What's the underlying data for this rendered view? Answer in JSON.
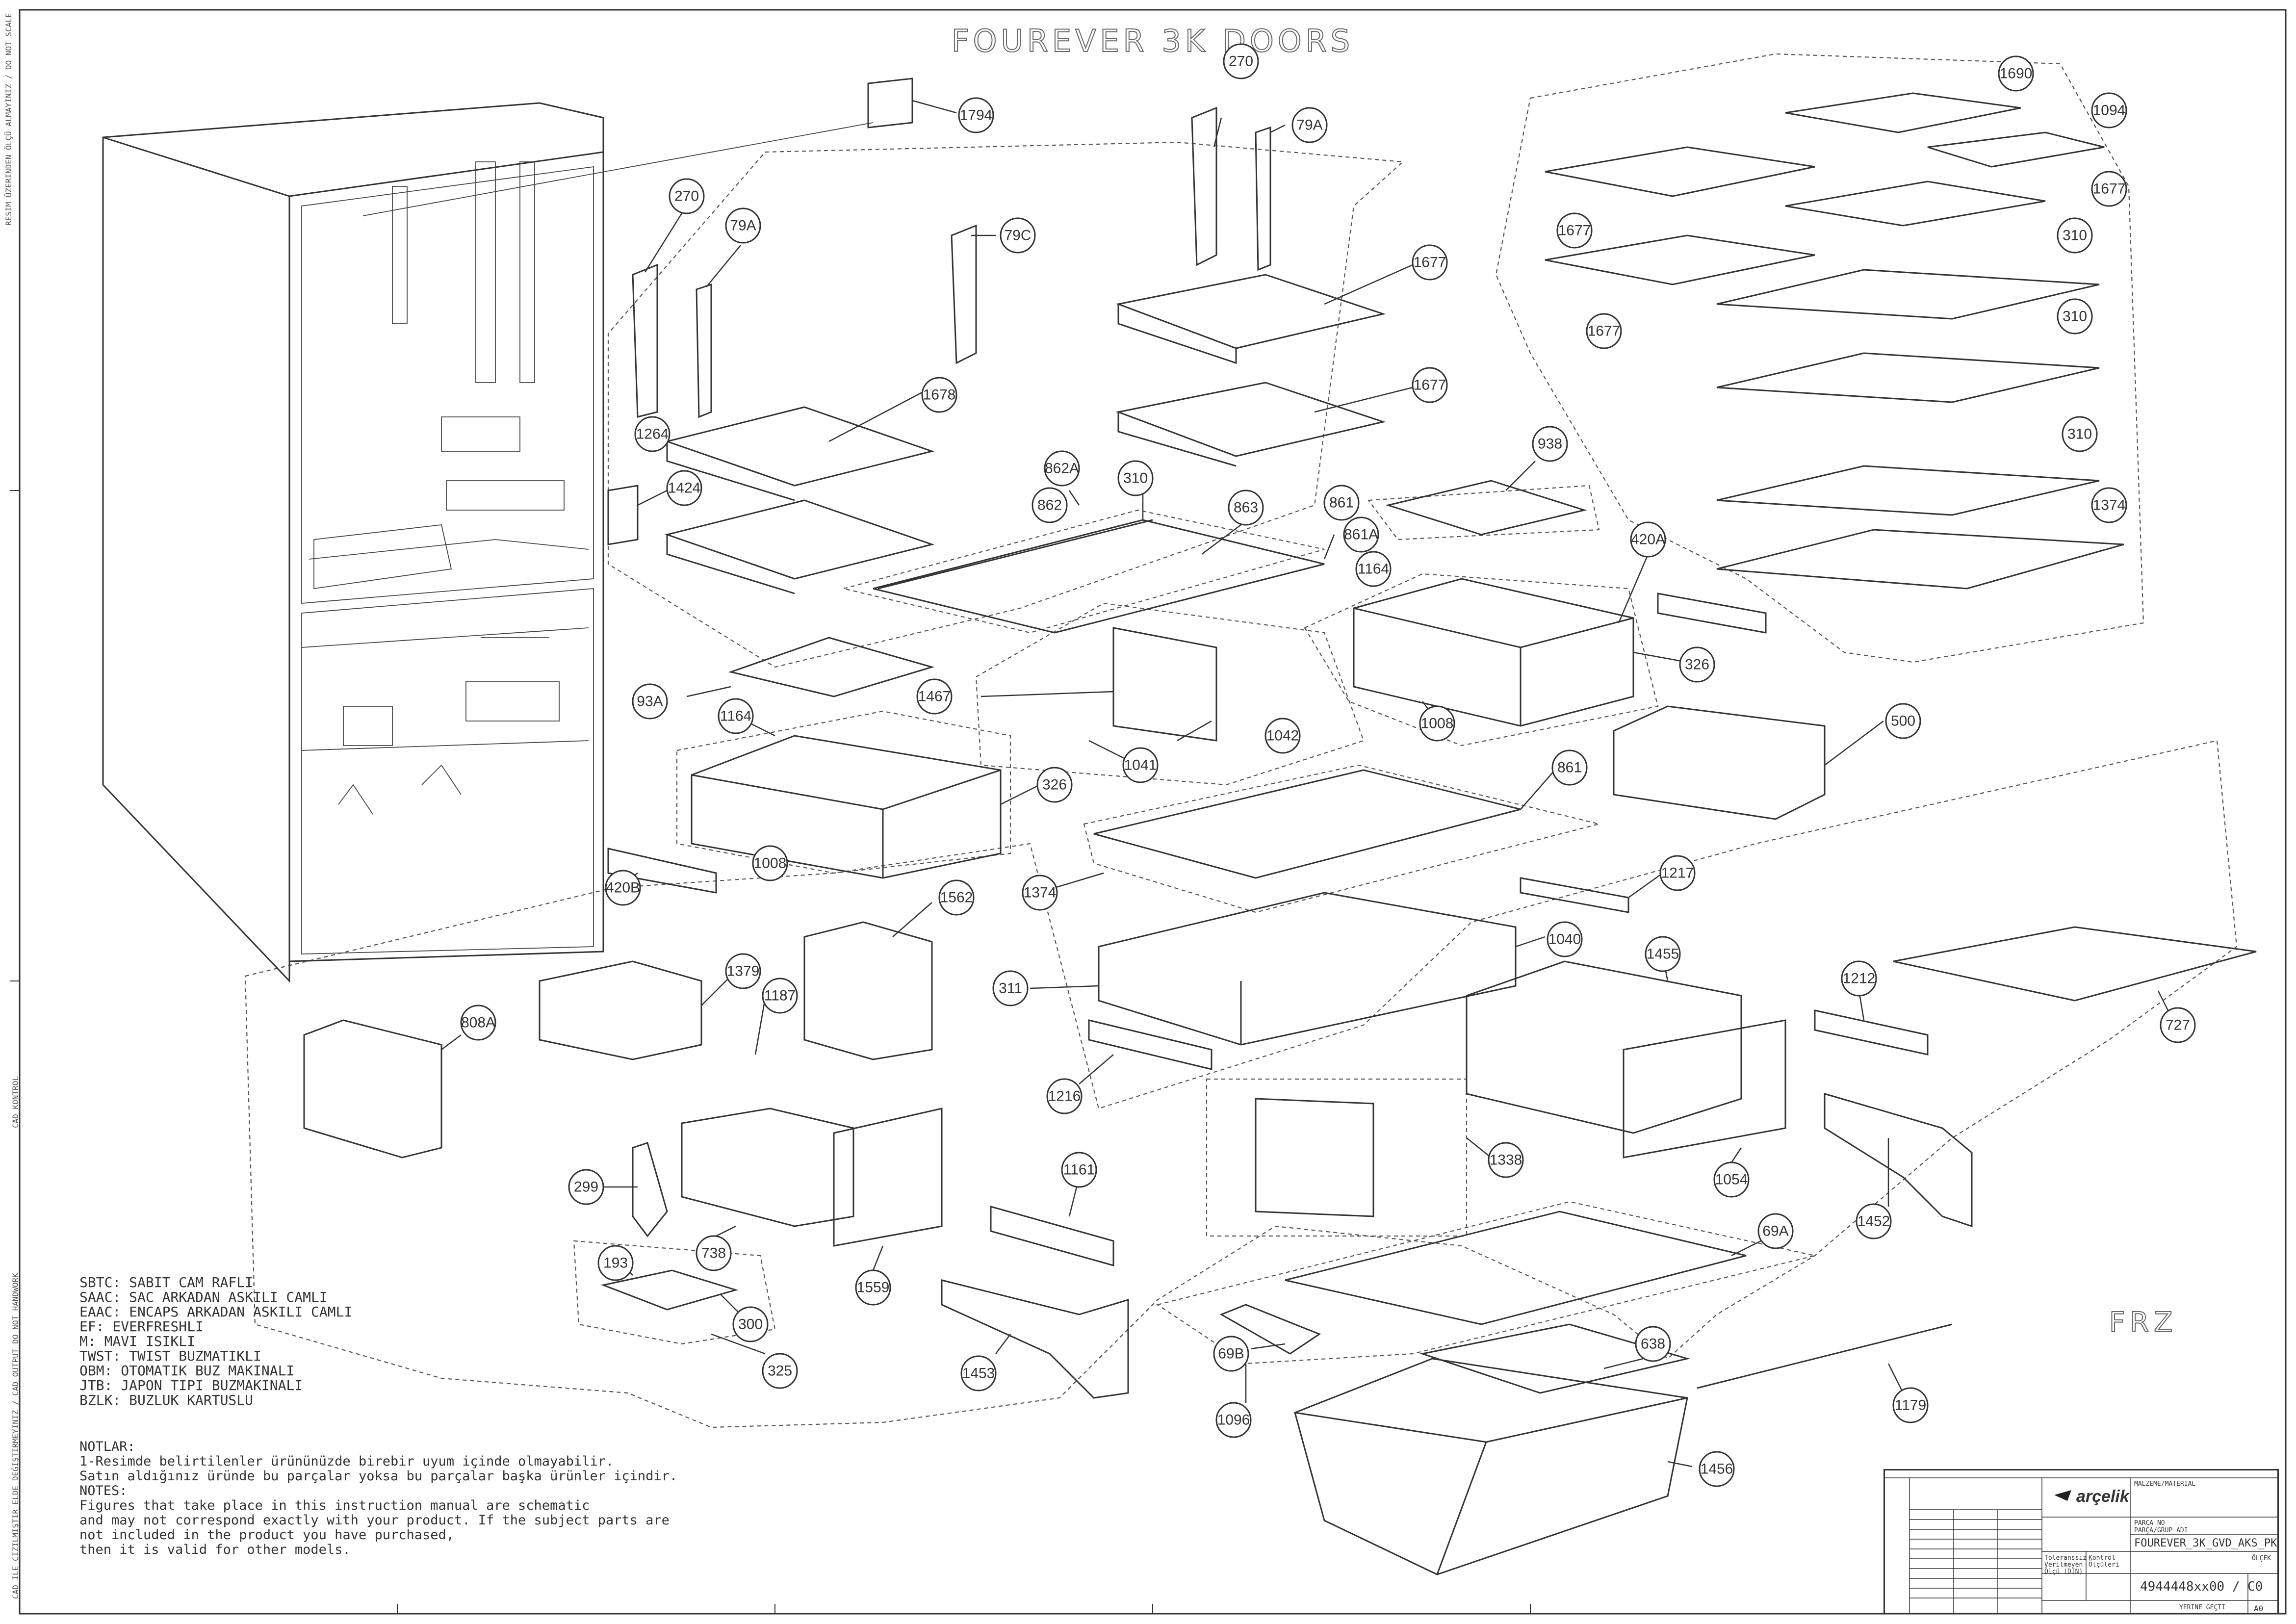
{
  "title": "FOUREVER 3K DOORS",
  "zone_label": "FRZ",
  "callouts": [
    {
      "id": "c1794",
      "label": "1794"
    },
    {
      "id": "c270a",
      "label": "270"
    },
    {
      "id": "c79aa",
      "label": "79A"
    },
    {
      "id": "c270b",
      "label": "270"
    },
    {
      "id": "c79ab",
      "label": "79A"
    },
    {
      "id": "c79c",
      "label": "79C"
    },
    {
      "id": "c1677a",
      "label": "1677"
    },
    {
      "id": "c1677b",
      "label": "1677"
    },
    {
      "id": "c1678",
      "label": "1678"
    },
    {
      "id": "c1264",
      "label": "1264"
    },
    {
      "id": "c1424",
      "label": "1424"
    },
    {
      "id": "c862a",
      "label": "862A"
    },
    {
      "id": "c310a",
      "label": "310"
    },
    {
      "id": "c862",
      "label": "862"
    },
    {
      "id": "c863",
      "label": "863"
    },
    {
      "id": "c861a",
      "label": "861"
    },
    {
      "id": "c861aa",
      "label": "861A"
    },
    {
      "id": "c938",
      "label": "938"
    },
    {
      "id": "c1690",
      "label": "1690"
    },
    {
      "id": "c1094",
      "label": "1094"
    },
    {
      "id": "c1677c",
      "label": "1677"
    },
    {
      "id": "c1677d",
      "label": "1677"
    },
    {
      "id": "c1677e",
      "label": "1677"
    },
    {
      "id": "c310b",
      "label": "310"
    },
    {
      "id": "c310c",
      "label": "310"
    },
    {
      "id": "c310d",
      "label": "310"
    },
    {
      "id": "c1374a",
      "label": "1374"
    },
    {
      "id": "c420a",
      "label": "420A"
    },
    {
      "id": "c1164a",
      "label": "1164"
    },
    {
      "id": "c326a",
      "label": "326"
    },
    {
      "id": "c1008a",
      "label": "1008"
    },
    {
      "id": "c93a",
      "label": "93A"
    },
    {
      "id": "c1467",
      "label": "1467"
    },
    {
      "id": "c1042",
      "label": "1042"
    },
    {
      "id": "c1041",
      "label": "1041"
    },
    {
      "id": "c1164b",
      "label": "1164"
    },
    {
      "id": "c326b",
      "label": "326"
    },
    {
      "id": "c1008b",
      "label": "1008"
    },
    {
      "id": "c500",
      "label": "500"
    },
    {
      "id": "c861b",
      "label": "861"
    },
    {
      "id": "c1374b",
      "label": "1374"
    },
    {
      "id": "c420b",
      "label": "420B"
    },
    {
      "id": "c1562",
      "label": "1562"
    },
    {
      "id": "c1379",
      "label": "1379"
    },
    {
      "id": "c1187",
      "label": "1187"
    },
    {
      "id": "c808a",
      "label": "808A"
    },
    {
      "id": "c311",
      "label": "311"
    },
    {
      "id": "c1040",
      "label": "1040"
    },
    {
      "id": "c1455",
      "label": "1455"
    },
    {
      "id": "c1217",
      "label": "1217"
    },
    {
      "id": "c1212",
      "label": "1212"
    },
    {
      "id": "c727",
      "label": "727"
    },
    {
      "id": "c1216",
      "label": "1216"
    },
    {
      "id": "c1338",
      "label": "1338"
    },
    {
      "id": "c1054",
      "label": "1054"
    },
    {
      "id": "c1452",
      "label": "1452"
    },
    {
      "id": "c299",
      "label": "299"
    },
    {
      "id": "c738",
      "label": "738"
    },
    {
      "id": "c1559",
      "label": "1559"
    },
    {
      "id": "c1161",
      "label": "1161"
    },
    {
      "id": "c69a",
      "label": "69A"
    },
    {
      "id": "c193",
      "label": "193"
    },
    {
      "id": "c300",
      "label": "300"
    },
    {
      "id": "c325",
      "label": "325"
    },
    {
      "id": "c1453",
      "label": "1453"
    },
    {
      "id": "c69b",
      "label": "69B"
    },
    {
      "id": "c1096",
      "label": "1096"
    },
    {
      "id": "c638",
      "label": "638"
    },
    {
      "id": "c1179",
      "label": "1179"
    },
    {
      "id": "c1456",
      "label": "1456"
    }
  ],
  "legend": [
    "SBTC: SABIT CAM RAFLI",
    "SAAC: SAC ARKADAN ASKILI CAMLI",
    "EAAC: ENCAPS ARKADAN ASKILI CAMLI",
    "EF: EVERFRESHLI",
    "M: MAVI ISIKLI",
    "TWST: TWIST BUZMATIKLI",
    "OBM: OTOMATIK BUZ MAKINALI",
    "JTB: JAPON TIPI BUZMAKINALI",
    "BZLK: BUZLUK KARTUSLU"
  ],
  "notes": [
    "NOTLAR:",
    "1-Resimde belirtilenler ürününüzde birebir uyum içinde olmayabilir.",
    "Satın aldığınız üründe bu parçalar yoksa bu parçalar başka ürünler içindir.",
    "NOTES:",
    "Figures that take place in this instruction manual are schematic",
    " and may not correspond exactly with your product. If the subject parts are",
    "not included in the product you have purchased,",
    "then it is valid for other models."
  ],
  "side_texts": {
    "top": "RESIM ÜZERINDEN ÖLÇÜ ALMAYINIZ / DO NOT SCALE",
    "middle": "CAD KONTROL",
    "bottom": "CAD ILE ÇIZILMIŞTIR ELDE DEĞIŞTIRMEYINIZ / CAD OUTPUT DO NOT HANDWORK"
  },
  "title_block": {
    "brand": "arçelik",
    "material_label": "MALZEME/MATERIAL",
    "part_no_label": "PARÇA NO",
    "part_name_label": "PARÇA/GRUP ADI",
    "part_name": "FOUREVER_3K_GVD_AKS_PK",
    "tolerance_label": "Toleranssız Verilmeyen Ölçü (DIN)",
    "control_label": "Kontrol Ölçüleri",
    "drawing_no": "4944448xx00 / C0",
    "sheet": "A0",
    "scale_label": "ÖLÇEK",
    "revision_label": "YERINE GEÇTI"
  }
}
